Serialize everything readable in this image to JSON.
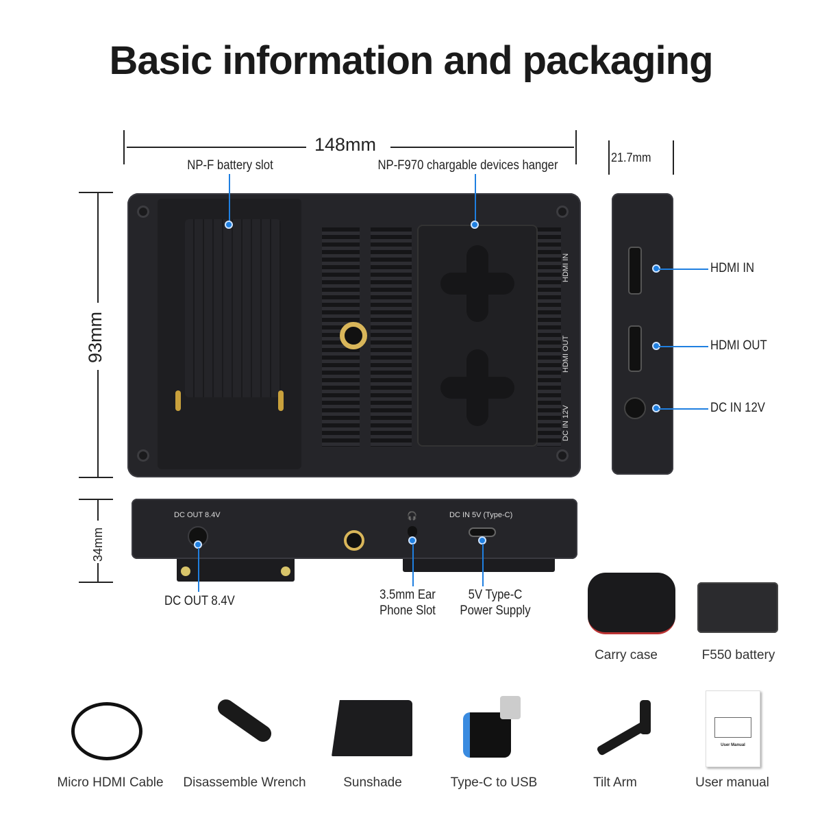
{
  "title": "Basic information and packaging",
  "dimensions": {
    "width": "148mm",
    "height": "93mm",
    "depth": "21.7mm",
    "bottom_height": "34mm"
  },
  "callouts": {
    "battery_slot": "NP-F battery slot",
    "hanger": "NP-F970 chargable devices hanger",
    "hdmi_in": "HDMI IN",
    "hdmi_out": "HDMI OUT",
    "dc_in_12v": "DC IN 12V",
    "dc_out": "DC OUT 8.4V",
    "earphone_line1": "3.5mm Ear",
    "earphone_line2": "Phone Slot",
    "typec_line1": "5V Type-C",
    "typec_line2": "Power Supply"
  },
  "device_markings": {
    "hdmi_in": "HDMI IN",
    "hdmi_out": "HDMI OUT",
    "dc_in_12v": "DC IN 12V",
    "dc_out": "DC OUT 8.4V",
    "dc_in_5v": "DC IN 5V (Type-C)",
    "manual_title": "User Manual"
  },
  "accessories": [
    {
      "label": "Carry case",
      "icon": "carry-case-icon"
    },
    {
      "label": "F550 battery",
      "icon": "battery-icon"
    },
    {
      "label": "Micro HDMI Cable",
      "icon": "cable-icon"
    },
    {
      "label": "Disassemble Wrench",
      "icon": "wrench-icon"
    },
    {
      "label": "Sunshade",
      "icon": "sunshade-icon"
    },
    {
      "label": "Type-C to USB",
      "icon": "adapter-icon"
    },
    {
      "label": "Tilt Arm",
      "icon": "tilt-arm-icon"
    },
    {
      "label": "User manual",
      "icon": "manual-icon"
    }
  ],
  "colors": {
    "accent": "#1f7fe0",
    "device": "#252529"
  }
}
